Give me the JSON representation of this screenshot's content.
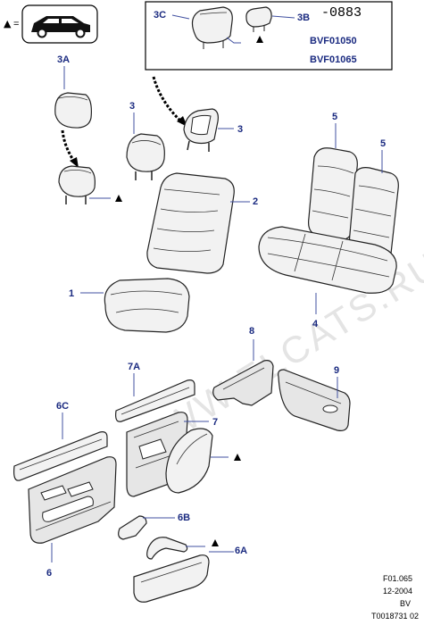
{
  "legend": {
    "marker": "▲",
    "equals": "="
  },
  "inset": {
    "number": "-0883",
    "codes": [
      "BVF01050",
      "BVF01065"
    ]
  },
  "watermark": "WWW.ELCATS.RU",
  "callouts": {
    "c1": "1",
    "c2": "2",
    "c3a": "3",
    "c3b": "3",
    "c3A": "3A",
    "c3B": "3B",
    "c3C": "3C",
    "c4": "4",
    "c5a": "5",
    "c5b": "5",
    "c6": "6",
    "c6A": "6A",
    "c6B": "6B",
    "c6C": "6C",
    "c7": "7",
    "c7A": "7A",
    "c8": "8",
    "c9": "9"
  },
  "footer": {
    "line1": "F01.065",
    "line2": "12-2004",
    "line3": "BV",
    "line4": "T0018731 02"
  }
}
